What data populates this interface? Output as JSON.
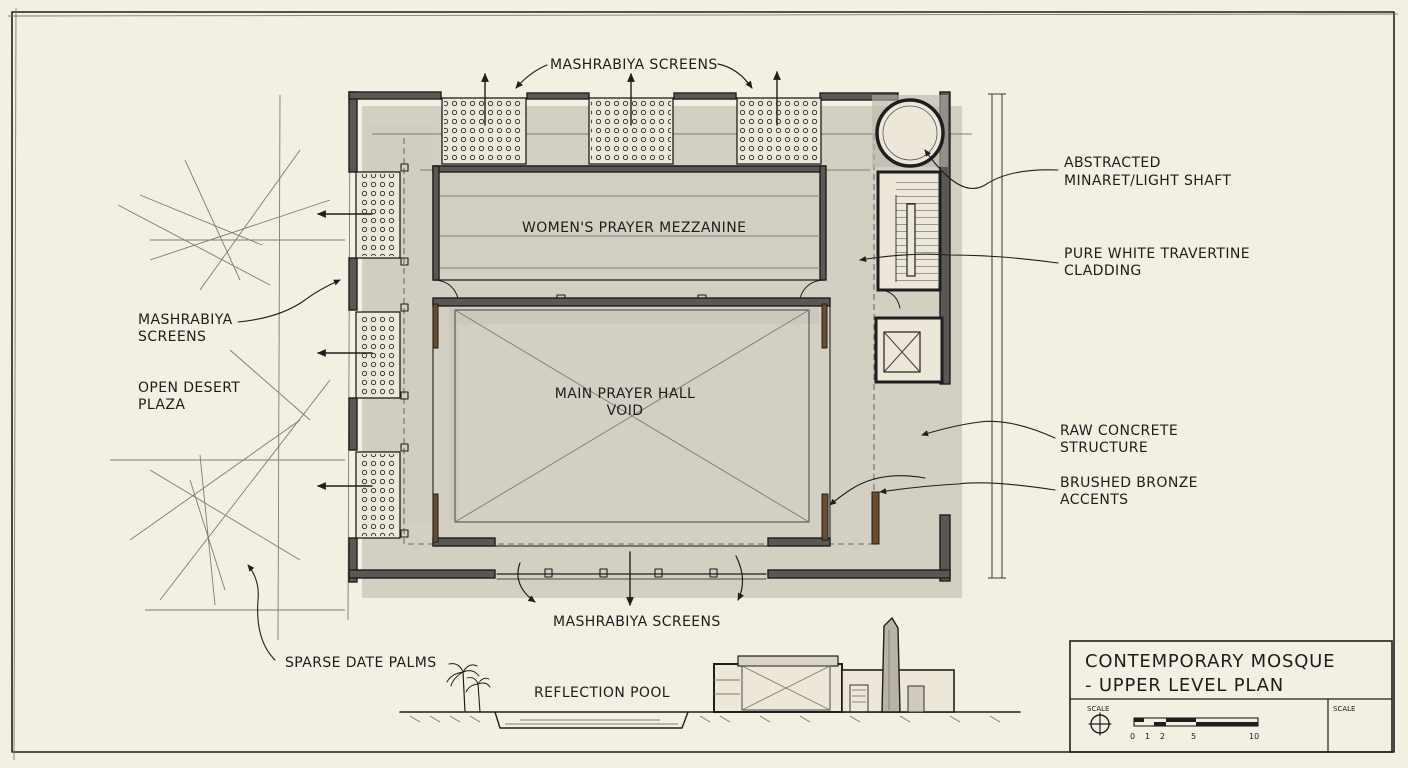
{
  "labels": {
    "top_screens": "MASHRABIYA SCREENS",
    "bottom_screens": "MASHRABIYA SCREENS",
    "left_screens_1": "MASHRABIYA",
    "left_screens_2": "SCREENS",
    "plaza_1": "OPEN DESERT",
    "plaza_2": "PLAZA",
    "mezzanine": "WOMEN'S PRAYER MEZZANINE",
    "hall_1": "MAIN PRAYER HALL",
    "hall_2": "VOID",
    "minaret_1": "ABSTRACTED",
    "minaret_2": "MINARET/LIGHT SHAFT",
    "travertine_1": "PURE WHITE TRAVERTINE",
    "travertine_2": "CLADDING",
    "concrete_1": "RAW CONCRETE",
    "concrete_2": "STRUCTURE",
    "bronze_1": "BRUSHED BRONZE",
    "bronze_2": "ACCENTS",
    "palms": "SPARSE DATE PALMS",
    "pool": "REFLECTION POOL"
  },
  "title_block": {
    "title_1": "CONTEMPORARY MOSQUE",
    "title_2": "- UPPER LEVEL PLAN",
    "scale_left": "SCALE",
    "scale_right": "SCALE",
    "scale_ticks": [
      "0",
      "1",
      "2",
      "5",
      "10"
    ]
  }
}
